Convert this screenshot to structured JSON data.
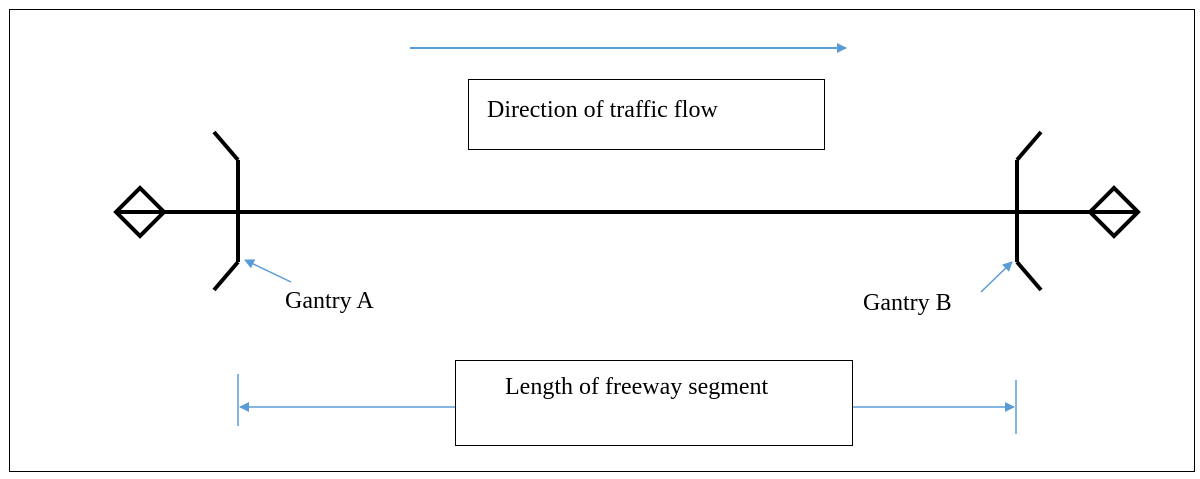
{
  "labels": {
    "direction_box": "Direction of traffic flow",
    "gantry_a": "Gantry A",
    "gantry_b": "Gantry B",
    "length_box": "Length of freeway segment"
  },
  "colors": {
    "line": "#000000",
    "arrow": "#5b9bd5",
    "frame": "#000000",
    "background": "#ffffff"
  }
}
